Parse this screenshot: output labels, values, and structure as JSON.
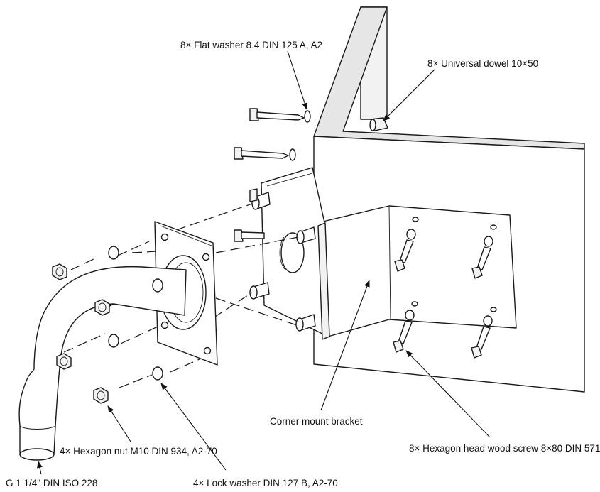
{
  "labels": {
    "flat_washer": "8× Flat washer 8.4 DIN 125 A, A2",
    "universal_dowel": "8× Universal dowel 10×50",
    "corner_bracket": "Corner mount bracket",
    "wood_screw": "8× Hexagon head wood screw 8×80 DIN 571",
    "hex_nut": "4× Hexagon nut M10 DIN 934, A2-70",
    "pipe_thread": "G 1 1/4\" DIN ISO 228",
    "lock_washer": "4× Lock washer DIN 127 B, A2-70"
  }
}
